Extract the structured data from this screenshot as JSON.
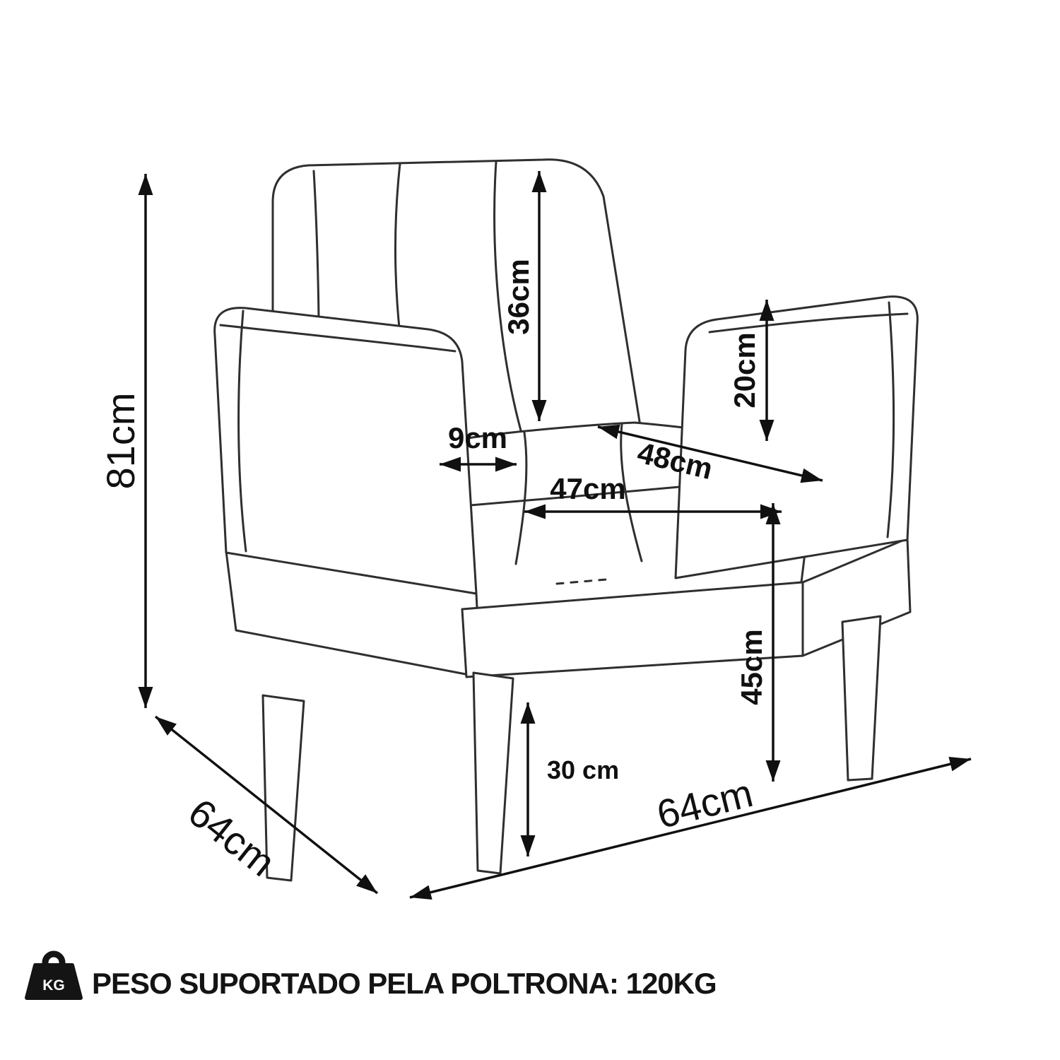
{
  "page": {
    "background": "#ffffff",
    "drawing_line_color": "#2f2f2f",
    "dimension_line_color": "#101010"
  },
  "dimensions": {
    "total_height": "81cm",
    "depth": "64cm",
    "width": "64cm",
    "backrest_height": "36cm",
    "armrest_above_seat": "20cm",
    "armrest_thickness": "9cm",
    "seat_depth": "48cm",
    "seat_width": "47cm",
    "seat_height": "45cm",
    "leg_height": "30 cm"
  },
  "footer": {
    "weight_icon": "kg-weight-icon",
    "weight_icon_label": "KG",
    "max_weight_text": "PESO SUPORTADO PELA POLTRONA: 120KG"
  }
}
